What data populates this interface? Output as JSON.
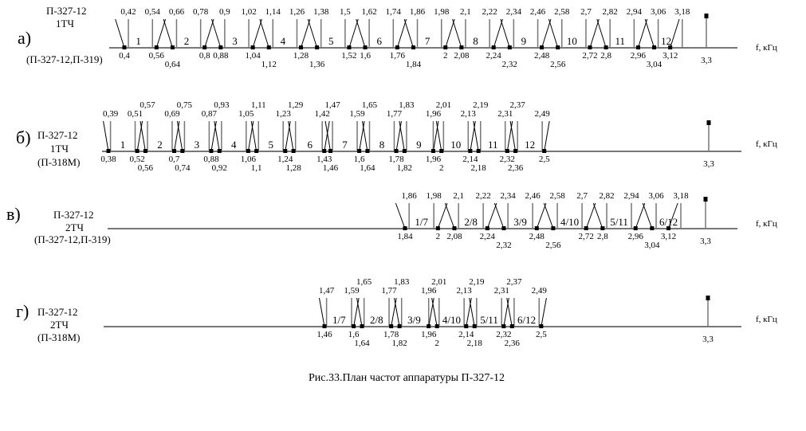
{
  "caption": "Рис.33.План частот аппаратуры П-327-12",
  "axis_unit": "f, кГц",
  "end_frequency": {
    "value": 3.3,
    "label": "3,3"
  },
  "rows": [
    {
      "letter": "а)",
      "device": "П-327-12",
      "mode": "1ТЧ",
      "compat": "(П-327-12,П-319)",
      "top": [
        0.42,
        0.54,
        0.66,
        0.78,
        0.9,
        1.02,
        1.14,
        1.26,
        1.38,
        1.5,
        1.62,
        1.74,
        1.86,
        1.98,
        2.1,
        2.22,
        2.34,
        2.46,
        2.58,
        2.7,
        2.82,
        2.94,
        3.06,
        3.18
      ],
      "bottom": [
        0.4,
        0.56,
        0.64,
        0.8,
        0.88,
        1.04,
        1.12,
        1.28,
        1.36,
        1.52,
        1.6,
        1.76,
        1.84,
        2.0,
        2.08,
        2.24,
        2.32,
        2.48,
        2.56,
        2.72,
        2.8,
        2.96,
        3.04,
        3.12
      ],
      "channels": [
        {
          "label": "1",
          "f": 0.47
        },
        {
          "label": "2",
          "f": 0.71
        },
        {
          "label": "3",
          "f": 0.95
        },
        {
          "label": "4",
          "f": 1.19
        },
        {
          "label": "5",
          "f": 1.43
        },
        {
          "label": "6",
          "f": 1.67
        },
        {
          "label": "7",
          "f": 1.91
        },
        {
          "label": "8",
          "f": 2.15
        },
        {
          "label": "9",
          "f": 2.39
        },
        {
          "label": "10",
          "f": 2.63
        },
        {
          "label": "11",
          "f": 2.87
        },
        {
          "label": "12",
          "f": 3.1
        }
      ]
    },
    {
      "letter": "б)",
      "device": "П-327-12",
      "mode": "1ТЧ",
      "compat": "(П-318М)",
      "top": [
        0.39,
        0.51,
        0.57,
        0.69,
        0.75,
        0.87,
        0.93,
        1.05,
        1.11,
        1.23,
        1.29,
        1.42,
        1.47,
        1.59,
        1.65,
        1.77,
        1.83,
        1.96,
        2.01,
        2.13,
        2.19,
        2.31,
        2.37,
        2.49
      ],
      "bottom": [
        0.38,
        0.52,
        0.56,
        0.7,
        0.74,
        0.88,
        0.92,
        1.06,
        1.1,
        1.24,
        1.28,
        1.43,
        1.46,
        1.6,
        1.64,
        1.78,
        1.82,
        1.96,
        2.0,
        2.14,
        2.18,
        2.32,
        2.36,
        2.5
      ],
      "channels": [
        {
          "label": "1",
          "f": 0.45
        },
        {
          "label": "2",
          "f": 0.63
        },
        {
          "label": "3",
          "f": 0.81
        },
        {
          "label": "4",
          "f": 0.99
        },
        {
          "label": "5",
          "f": 1.17
        },
        {
          "label": "6",
          "f": 1.36
        },
        {
          "label": "7",
          "f": 1.53
        },
        {
          "label": "8",
          "f": 1.71
        },
        {
          "label": "9",
          "f": 1.89
        },
        {
          "label": "10",
          "f": 2.07
        },
        {
          "label": "11",
          "f": 2.25
        },
        {
          "label": "12",
          "f": 2.43
        }
      ]
    },
    {
      "letter": "в)",
      "device": "П-327-12",
      "mode": "2ТЧ",
      "compat": "(П-327-12,П-319)",
      "top": [
        1.86,
        1.98,
        2.1,
        2.22,
        2.34,
        2.46,
        2.58,
        2.7,
        2.82,
        2.94,
        3.06,
        3.18
      ],
      "bottom": [
        1.84,
        2.0,
        2.08,
        2.24,
        2.32,
        2.48,
        2.56,
        2.72,
        2.8,
        2.96,
        3.04,
        3.12
      ],
      "channels": [
        {
          "label": "1/7",
          "f": 1.92
        },
        {
          "label": "2/8",
          "f": 2.16
        },
        {
          "label": "3/9",
          "f": 2.4
        },
        {
          "label": "4/10",
          "f": 2.64
        },
        {
          "label": "5/11",
          "f": 2.88
        },
        {
          "label": "6/12",
          "f": 3.12
        }
      ]
    },
    {
      "letter": "г)",
      "device": "П-327-12",
      "mode": "2ТЧ",
      "compat": "(П-318М)",
      "top": [
        1.47,
        1.59,
        1.65,
        1.77,
        1.83,
        1.96,
        2.01,
        2.13,
        2.19,
        2.31,
        2.37,
        2.49
      ],
      "bottom": [
        1.46,
        1.6,
        1.64,
        1.78,
        1.82,
        1.96,
        2.0,
        2.14,
        2.18,
        2.32,
        2.36,
        2.5
      ],
      "channels": [
        {
          "label": "1/7",
          "f": 1.53
        },
        {
          "label": "2/8",
          "f": 1.71
        },
        {
          "label": "3/9",
          "f": 1.89
        },
        {
          "label": "4/10",
          "f": 2.07
        },
        {
          "label": "5/11",
          "f": 2.25
        },
        {
          "label": "6/12",
          "f": 2.43
        }
      ]
    }
  ],
  "colors": {
    "axis": "#777777",
    "line": "#000000",
    "dot": "#000000"
  }
}
